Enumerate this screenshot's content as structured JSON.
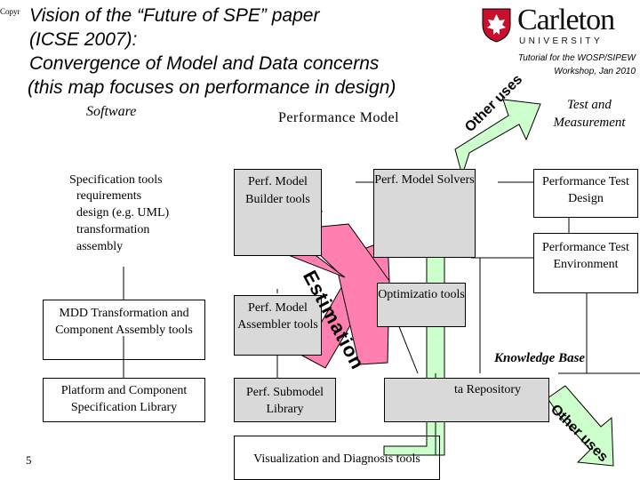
{
  "header": {
    "copyright": "Copyr",
    "title_line1": "Vision of the “Future of SPE” paper",
    "title_line2": "(ICSE 2007):",
    "title_line3": "Convergence of Model and Data concerns",
    "title_line4": "(this map focuses on performance in design)",
    "logo_name": "Carleton",
    "logo_sub": "UNIVERSITY",
    "tutorial_line1": "Tutorial for the WOSP/SIPEW",
    "tutorial_line2": "Workshop, Jan 2010"
  },
  "columns": {
    "software": "Software",
    "performance_model": "Performance Model",
    "test": "Test and Measurement"
  },
  "boxes": {
    "spec_tools_title": "Specification tools",
    "spec_item1": "requirements",
    "spec_item2": "design (e.g. UML)",
    "spec_item3": "transformation",
    "spec_item4": "assembly",
    "mdd": "MDD Transformation and Component Assembly tools",
    "platform": "Platform and Component Specification Library",
    "builder": "Perf. Model Builder tools",
    "assembler": "Perf. Model Assembler tools",
    "submodel": "Perf. Submodel Library",
    "solvers": "Perf. Model Solvers",
    "optimization": "Optimizatio tools",
    "test_design": "Performance Test Design",
    "test_env": "Performance Test Environment",
    "knowledge_base": "Knowledge Base",
    "data_repo": "ta Repository",
    "visualization": "Visualization and Diagnosis tools"
  },
  "arrows": {
    "estimation": "Estimation",
    "other_uses_top": "Other uses",
    "other_uses_bottom": "Other uses"
  },
  "footer": {
    "page_number": "5"
  },
  "colors": {
    "arrow_pink": "#ff80b0",
    "arrow_green": "#ccffcc",
    "box_gray": "#d9d9d9",
    "logo_red": "#c8102e"
  }
}
